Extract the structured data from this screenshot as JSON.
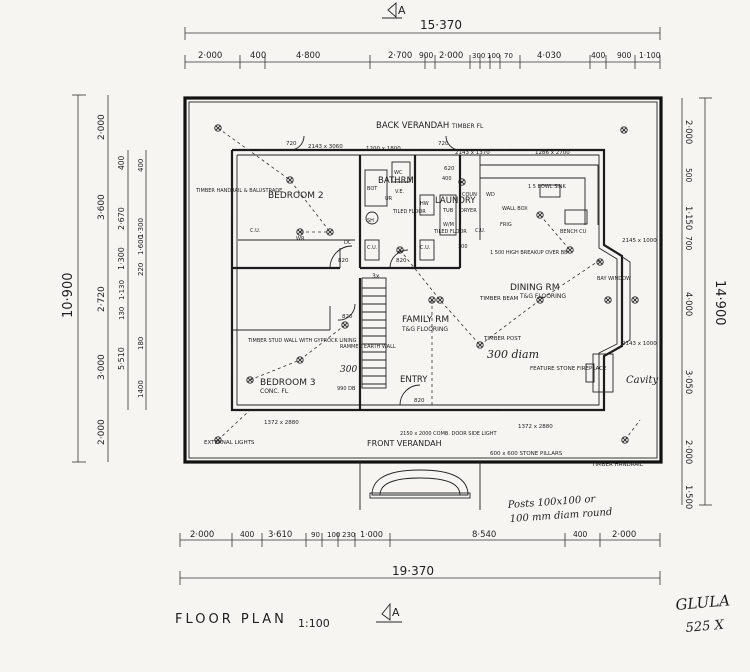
{
  "section_marker": "A",
  "overall": {
    "top": "15·370",
    "bottom": "19·370",
    "left": "10·900",
    "right": "14·900"
  },
  "top_dims": [
    "2·000",
    "400",
    "4·800",
    "2·700",
    "900",
    "2·000",
    "300",
    "100",
    "70",
    "4·030",
    "400",
    "900",
    "1·100"
  ],
  "bottom_dims": [
    "2·000",
    "400",
    "3·610",
    "90",
    "100",
    "230",
    "1·000",
    "8·540",
    "400",
    "2·000"
  ],
  "left_dims_outer": [
    "2·000",
    "3·600",
    "2·720",
    "3·000",
    "2·000"
  ],
  "left_dims_mid": [
    "400",
    "2·670",
    "1·300",
    "1·130",
    "130",
    "5·510"
  ],
  "left_dims_inner": [
    "400",
    "1·600",
    "1·300",
    "220",
    "180",
    "1400"
  ],
  "right_dims": [
    "2·000",
    "500",
    "1·150",
    "700",
    "4·000",
    "3·050",
    "2·000",
    "1·500"
  ],
  "rooms": {
    "back_verandah": "BACK VERANDAH",
    "back_verandah_note": "TIMBER FL",
    "bedroom2": "BEDROOM 2",
    "bathroom": "BATHRM",
    "laundry": "LAUNDRY",
    "dining": "DINING RM",
    "dining_note": "T&G FLOORING",
    "family": "FAMILY RM",
    "family_note": "T&G FLOORING",
    "bedroom3": "BEDROOM 3",
    "bedroom3_note": "CONC. FL",
    "entry": "ENTRY",
    "front_verandah": "FRONT VERANDAH"
  },
  "notes": {
    "timber_handrail_left": "TIMBER HANDRAIL & BALUSTRADE",
    "tiled_floor_1": "TILED FLOOR",
    "tiled_floor_2": "TILED FLOOR",
    "timber_stud": "TIMBER STUD WALL WITH GYPROCK LINING",
    "rammed_earth": "RAMMED EARTH WALL",
    "rammed_earth_size": "300",
    "timber_beam": "TIMBER BEAM",
    "timber_post": "TIMBER POST",
    "post_diam": "300 diam",
    "feature_stone": "FEATURE STONE FIREPLACE",
    "cavity": "Cavity",
    "bay_window": "BAY WINDOW",
    "external_lights": "EXTERNAL LIGHTS",
    "stone_pillars": "600 x 600 STONE PILLARS",
    "timber_handrail_right": "TIMBER HANDRAIL",
    "front_door": "2150 x 2000 COMB. DOOR SIDE LIGHT",
    "window_high": "1 500 HIGH BREAKUP OVER BB",
    "posts_note_line1": "Posts 100x100 or",
    "posts_note_line2": "100 mm diam round",
    "sink": "1 5 BOWL SINK",
    "wall_box": "WALL BOX",
    "bench": "BENCH CU",
    "fridge": "FRIG",
    "stairs": "3x",
    "tub": "TUB",
    "dryer": "DRYER",
    "wm": "W/M",
    "cu1": "C.U.",
    "cu2": "C.U.",
    "cu3": "C.U.",
    "hw": "HW",
    "bot": "BOT",
    "wc": "WC",
    "shower": "SH",
    "dc": "DC",
    "cupboard": "C.U.",
    "wardrobe": "WR",
    "ve": "V.E.",
    "ur": "UR",
    "coun": "COUN",
    "wd": "WD"
  },
  "windows": {
    "w1": "2143 x 3060",
    "w2": "1200 x 1800",
    "w3": "2143 x 1370",
    "w4": "1286 x 2700",
    "w5": "2145 x 1000",
    "w6": "2143 x 1000",
    "w7": "1372 x 2880",
    "w8": "1372 x 2880",
    "door_720_a": "720",
    "door_720_b": "720",
    "door_820_a": "820",
    "door_820_b": "820",
    "door_820_c": "820",
    "door_820_d": "820",
    "door_620": "620",
    "door_990": "990 DB",
    "door_300": "300",
    "door_400": "400"
  },
  "title": "FLOOR PLAN",
  "scale": "1:100",
  "corner_text_1": "GLULA",
  "corner_text_2": "525 X"
}
